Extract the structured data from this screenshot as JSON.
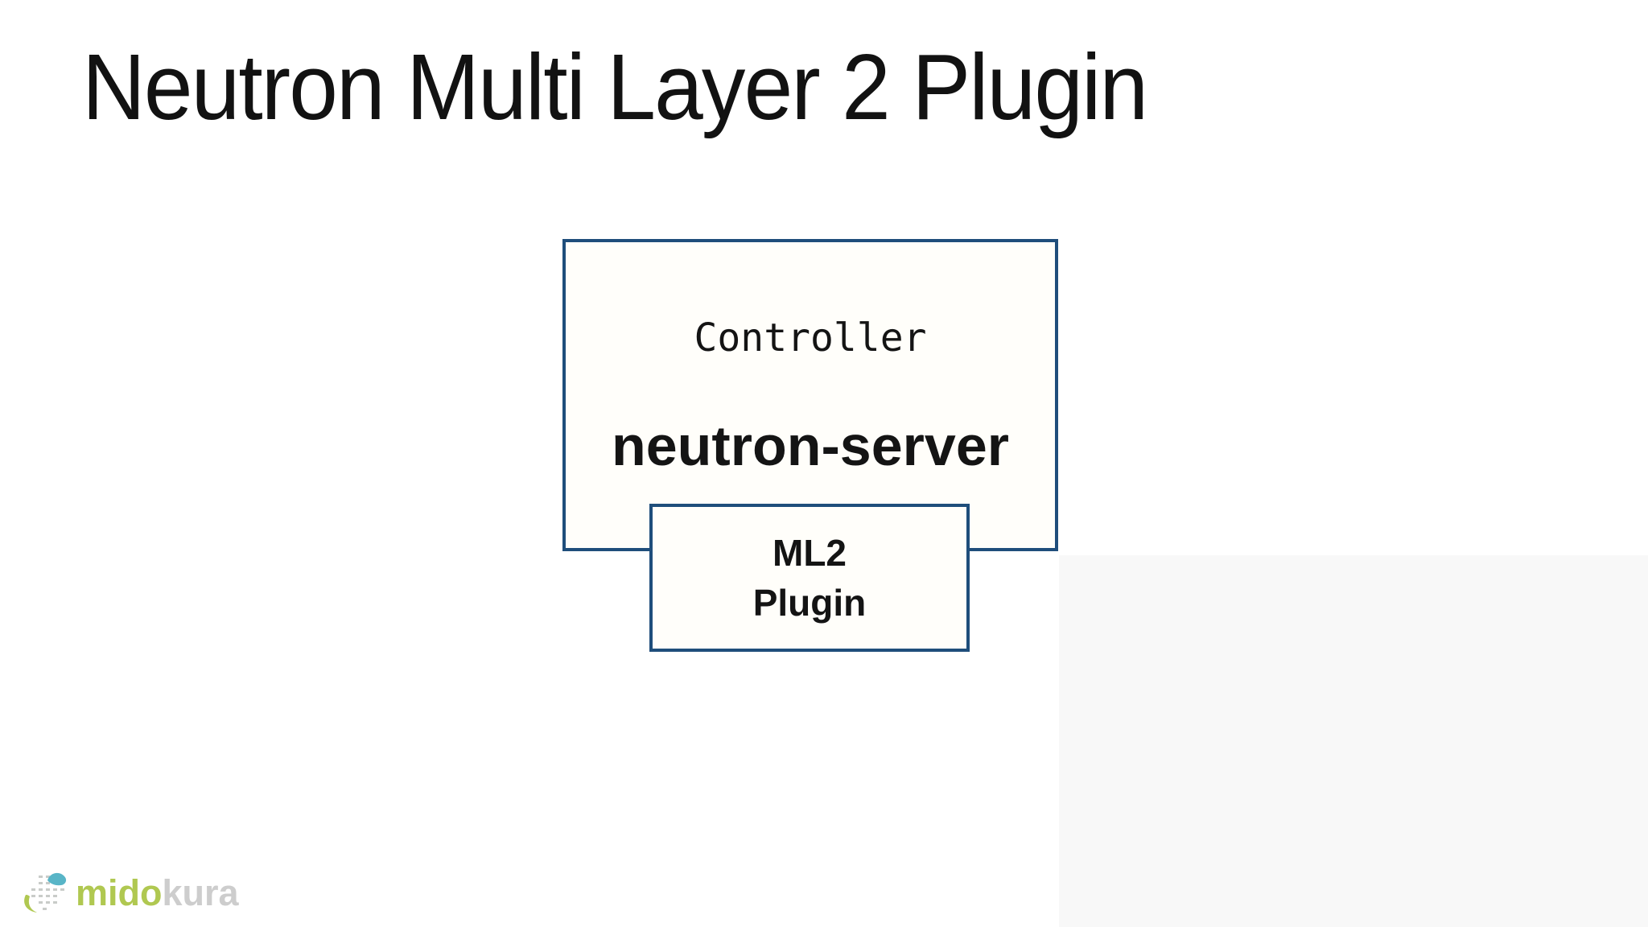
{
  "slide": {
    "title": "Neutron Multi Layer 2 Plugin"
  },
  "diagram": {
    "controller_box": {
      "label": "Controller",
      "server_label": "neutron-server"
    },
    "ml2_box": {
      "label_line1": "ML2",
      "label_line2": "Plugin"
    }
  },
  "footer": {
    "logo_text_primary": "mido",
    "logo_text_secondary": "kura"
  },
  "icons": {
    "logo_icon": "midokura-dot-swirl-icon"
  },
  "colors": {
    "box_border": "#1F4E7B",
    "box_fill": "#FFFEFA",
    "title_text": "#121212",
    "diagram_text": "#141414",
    "logo_green": "#A3BF33",
    "logo_gray": "#C5C5C5",
    "logo_teal": "#3BA9BE",
    "panel_gray": "#F8F8F8",
    "slide_bg": "#FFFFFF"
  }
}
